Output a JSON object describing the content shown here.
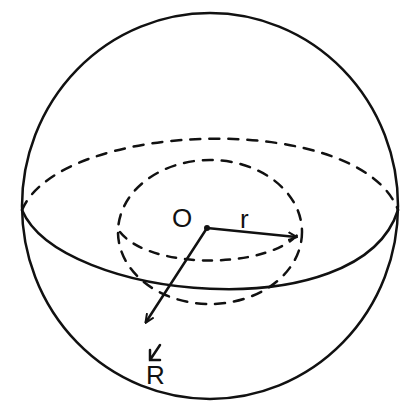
{
  "diagram": {
    "labels": [
      "O",
      "r",
      "R"
    ]
  }
}
